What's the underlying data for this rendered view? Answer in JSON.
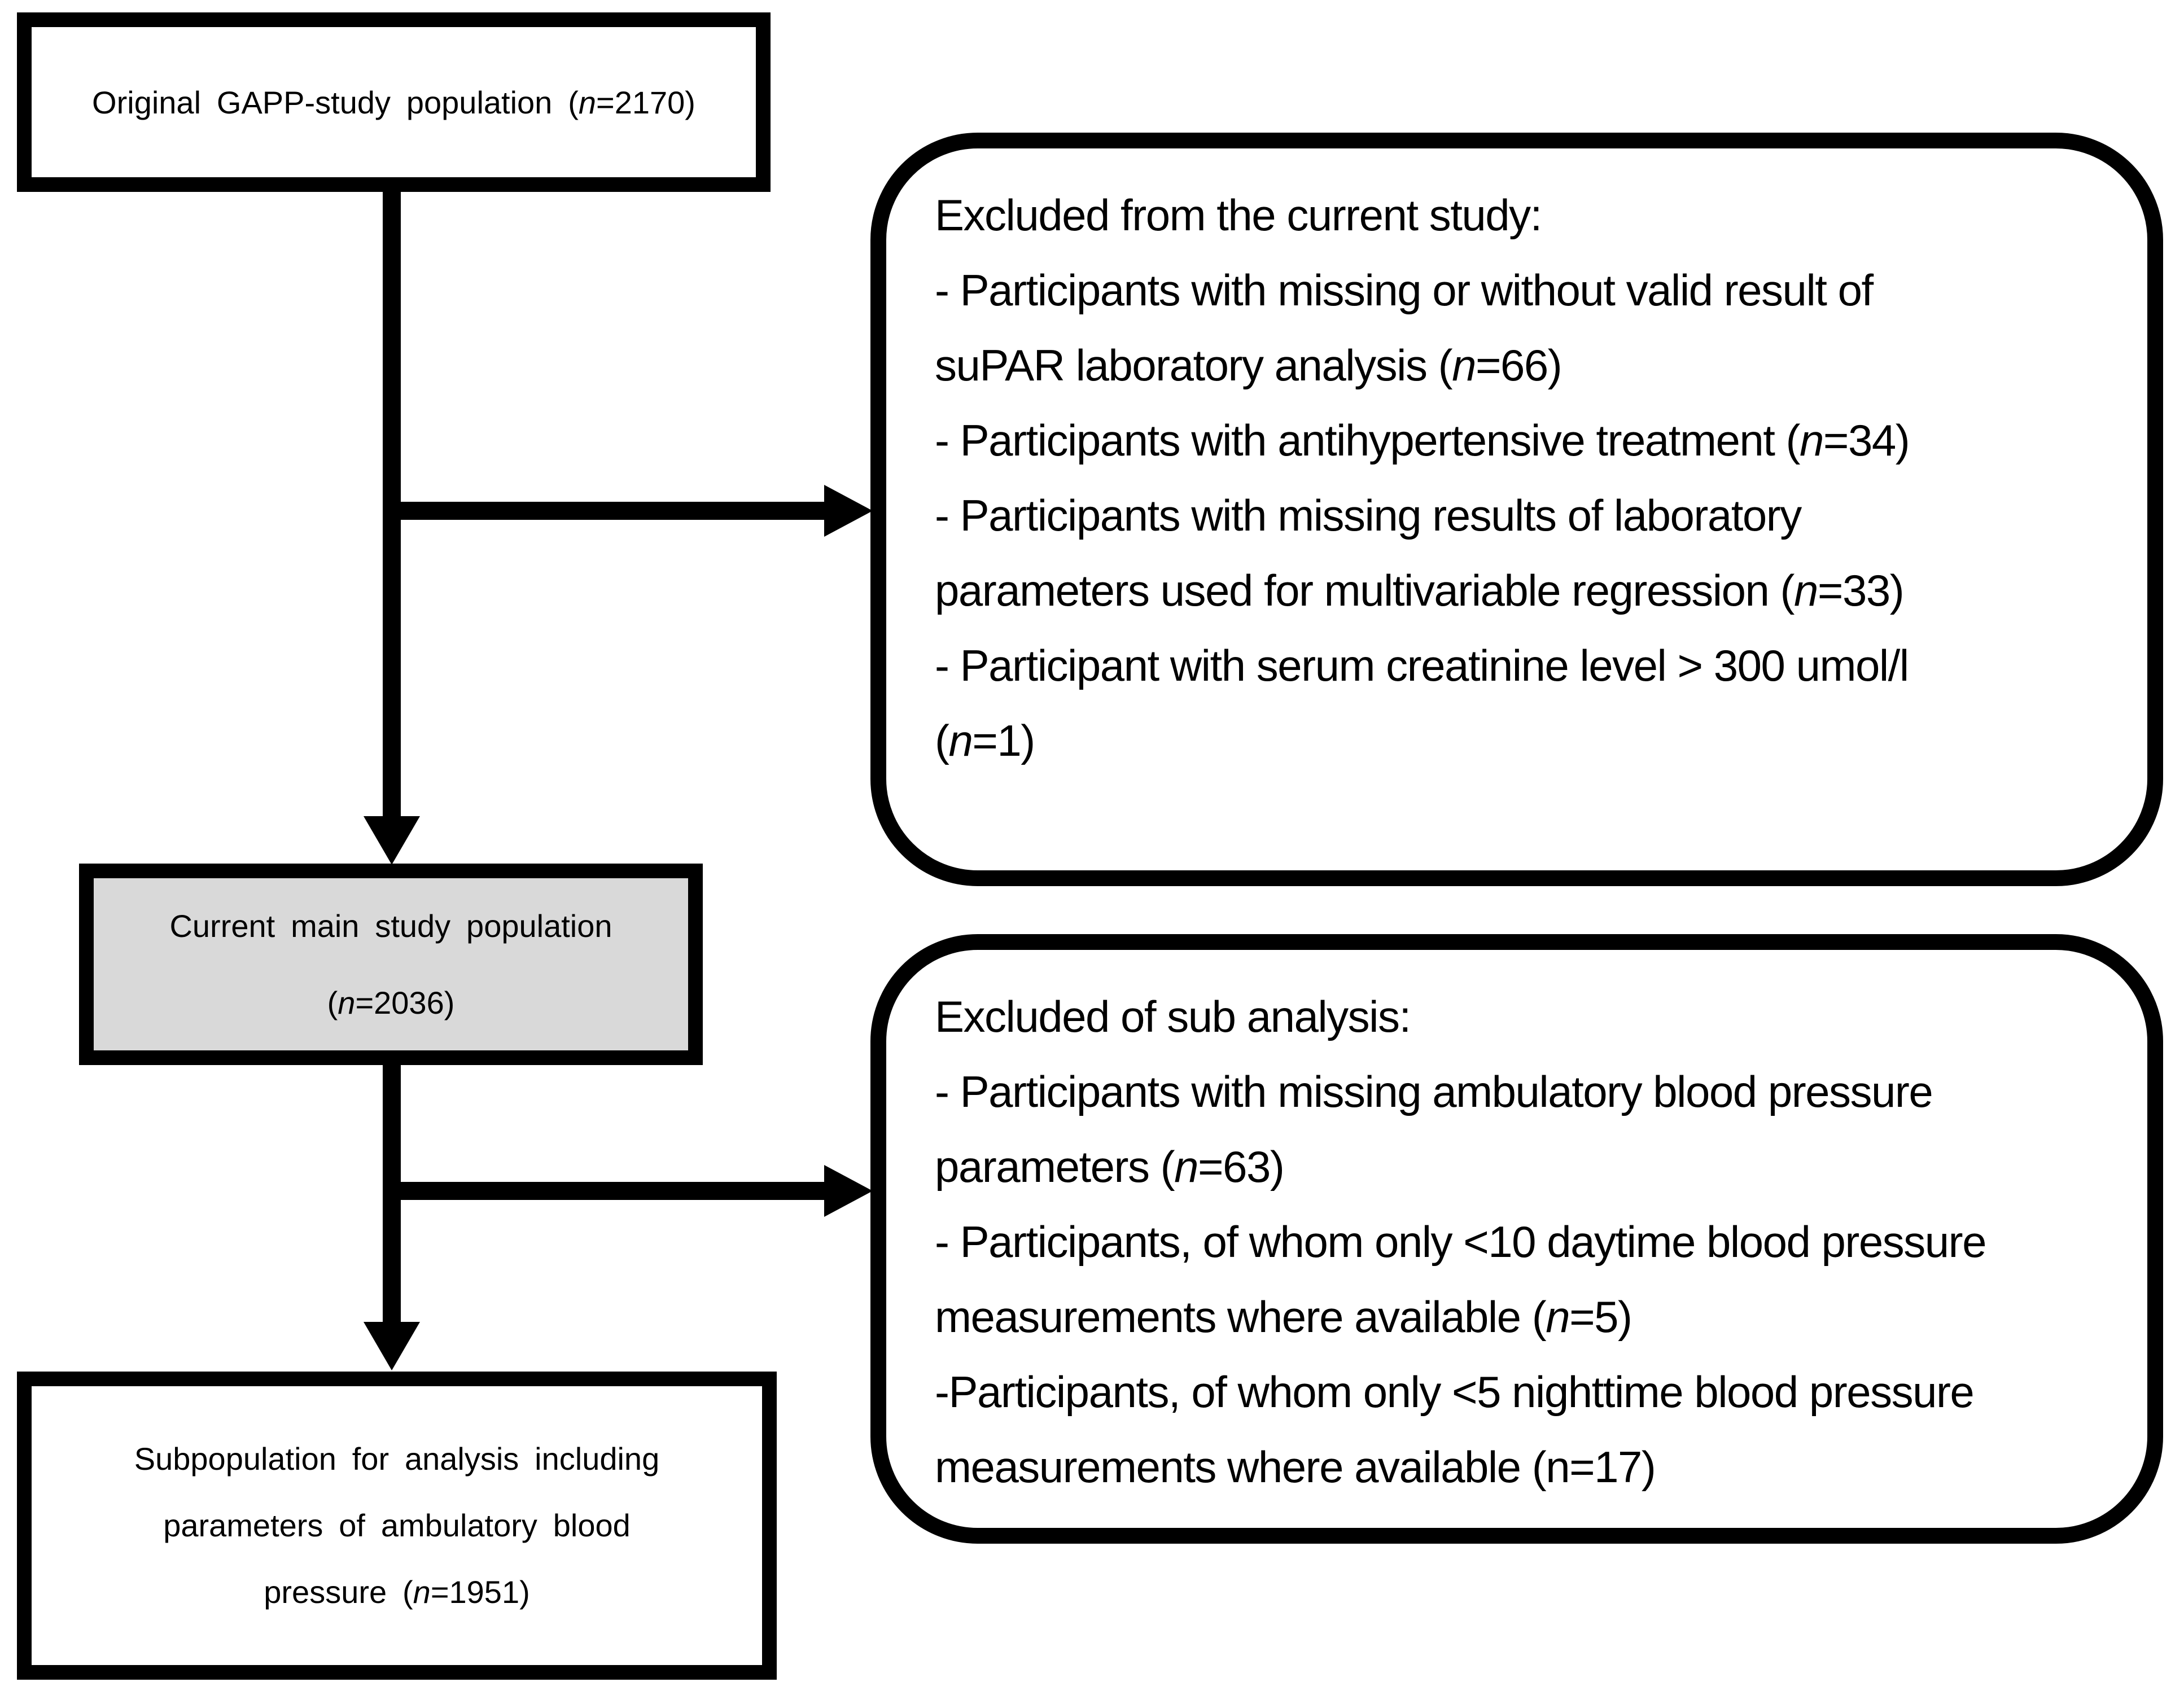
{
  "colors": {
    "background": "#ffffff",
    "stroke": "#000000",
    "gray_box_fill": "#d9d9d9"
  },
  "boxes": {
    "original": {
      "lines": [
        [
          {
            "t": "Original GAPP-study population ("
          },
          {
            "t": "n",
            "i": true
          },
          {
            "t": "=2170)"
          }
        ]
      ]
    },
    "current": {
      "lines": [
        [
          {
            "t": "Current main study population"
          }
        ],
        [
          {
            "t": "("
          },
          {
            "t": "n",
            "i": true
          },
          {
            "t": "=2036)"
          }
        ]
      ]
    },
    "subpopulation": {
      "lines": [
        [
          {
            "t": "Subpopulation for analysis including"
          }
        ],
        [
          {
            "t": "parameters of ambulatory blood"
          }
        ],
        [
          {
            "t": "pressure ("
          },
          {
            "t": "n",
            "i": true
          },
          {
            "t": "=1951)"
          }
        ]
      ]
    },
    "excluded_main": {
      "lines": [
        [
          {
            "t": "Excluded from the current study:"
          }
        ],
        [
          {
            "t": "- Participants with missing or without valid result of"
          }
        ],
        [
          {
            "t": "suPAR laboratory analysis ("
          },
          {
            "t": "n",
            "i": true
          },
          {
            "t": "=66)"
          }
        ],
        [
          {
            "t": "- Participants with antihypertensive treatment ("
          },
          {
            "t": "n",
            "i": true
          },
          {
            "t": "=34)"
          }
        ],
        [
          {
            "t": "- Participants with missing results of laboratory"
          }
        ],
        [
          {
            "t": "parameters used for multivariable regression ("
          },
          {
            "t": "n",
            "i": true
          },
          {
            "t": "=33)"
          }
        ],
        [
          {
            "t": "- Participant with serum creatinine level > 300 umol/l"
          }
        ],
        [
          {
            "t": "("
          },
          {
            "t": "n",
            "i": true
          },
          {
            "t": "=1)"
          }
        ]
      ]
    },
    "excluded_sub": {
      "lines": [
        [
          {
            "t": "Excluded of sub analysis:"
          }
        ],
        [
          {
            "t": "- Participants with missing ambulatory blood pressure"
          }
        ],
        [
          {
            "t": "parameters ("
          },
          {
            "t": "n",
            "i": true
          },
          {
            "t": "=63)"
          }
        ],
        [
          {
            "t": "- Participants, of whom only <10 daytime blood pressure"
          }
        ],
        [
          {
            "t": "measurements where available ("
          },
          {
            "t": "n",
            "i": true
          },
          {
            "t": "=5)"
          }
        ],
        [
          {
            "t": "-Participants, of whom only <5 nighttime blood pressure"
          }
        ],
        [
          {
            "t": "measurements where available (n=17)"
          }
        ]
      ]
    }
  }
}
